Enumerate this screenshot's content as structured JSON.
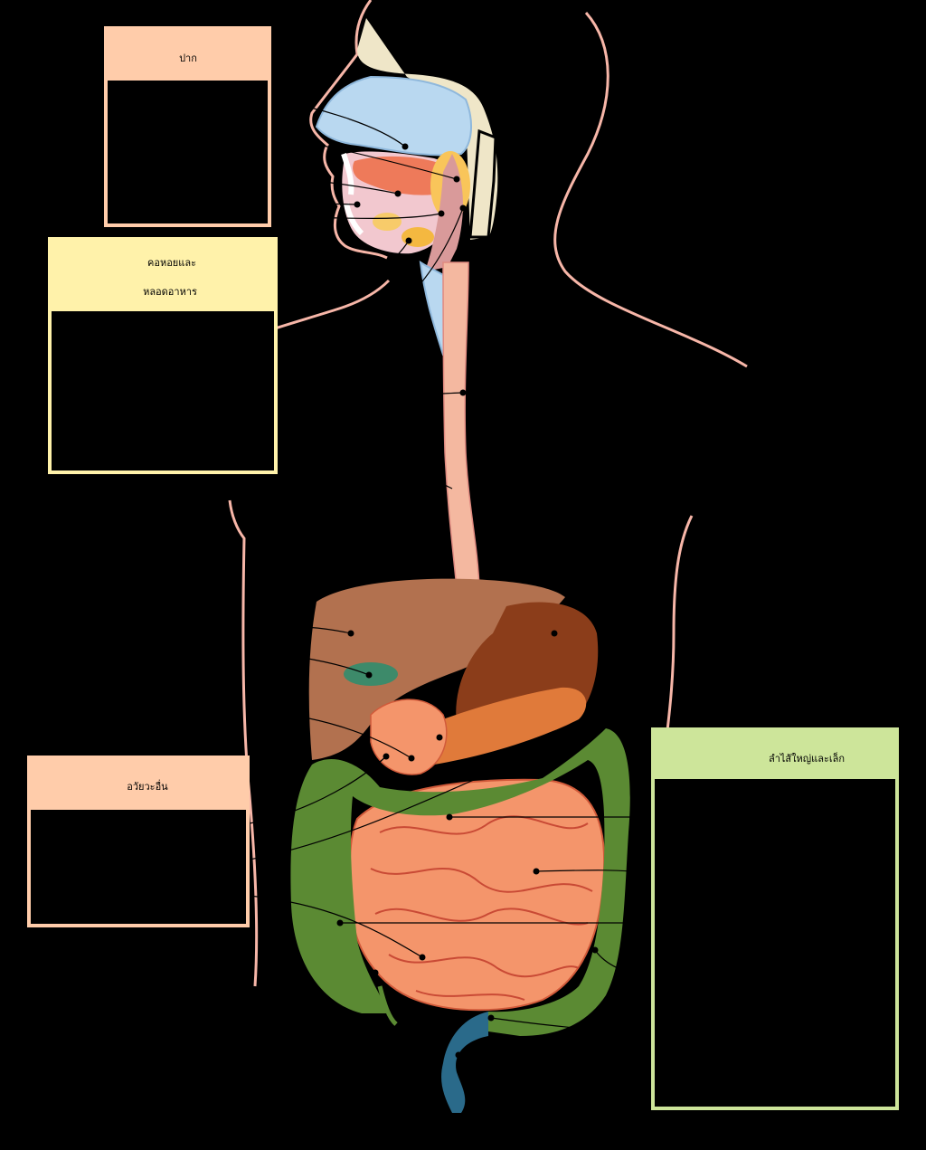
{
  "boxes": {
    "mouth": {
      "title_lines": [
        "ปาก"
      ]
    },
    "throat": {
      "title_lines": [
        "คอหอยและ",
        "หลอดอาหาร"
      ]
    },
    "organs": {
      "title_lines": [
        "อวัยวะอื่น"
      ]
    },
    "intestine": {
      "title_lines": [
        "ลำไส้ใหญ่และเล็ก"
      ]
    }
  },
  "colors": {
    "background": "#000000",
    "peach_box": "#ffccaa",
    "yellow_box": "#fff2aa",
    "green_box": "#cde59a",
    "skin_outline": "#f7b6a8",
    "liver": "#b2714f",
    "small_intestine": "#f4956b",
    "large_intestine": "#5b8a33",
    "esophagus": "#f4b8a0",
    "spleen_stomach": "#8b3d1a",
    "pancreas": "#e07a3a",
    "rectum": "#2a6a8a",
    "nasal": "#b9d8f0"
  }
}
